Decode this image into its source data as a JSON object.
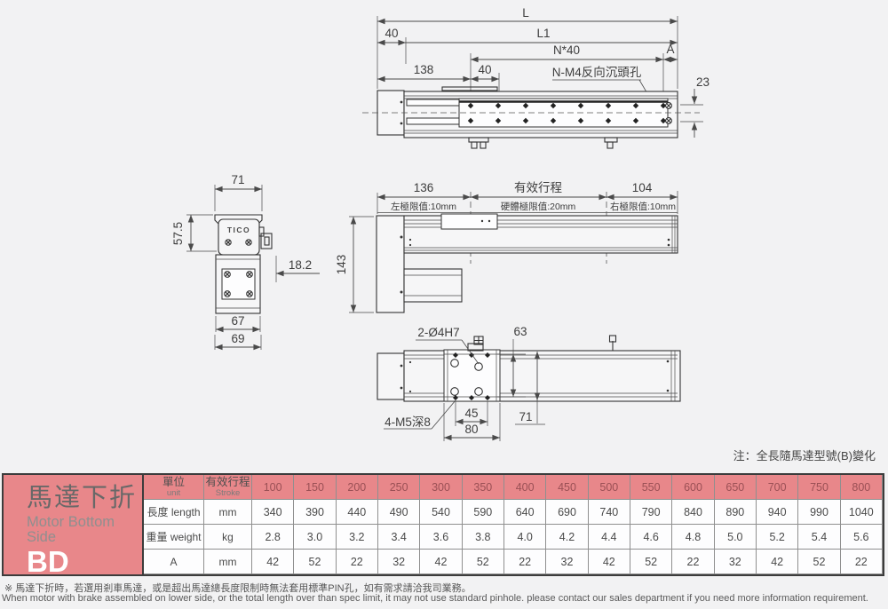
{
  "colors": {
    "page_bg": "#f2f2f3",
    "table_pink": "#E8878A",
    "stroke_header_text": "#9A5055",
    "drawing_line": "#333333"
  },
  "drawings": {
    "top_view": {
      "dim_L": "L",
      "dim_L1": "L1",
      "dim_40_left": "40",
      "dim_N40": "N*40",
      "dim_A": "A",
      "dim_138": "138",
      "dim_40_pitch": "40",
      "label_counterbore": "N-M4反向沉頭孔",
      "dim_23": "23"
    },
    "end_view": {
      "logo": "TICO",
      "dim_71": "71",
      "dim_57_5": "57.5",
      "dim_18_2": "18.2",
      "dim_67": "67",
      "dim_69": "69"
    },
    "side_view": {
      "dim_136": "136",
      "label_stroke": "有效行程",
      "dim_104": "104",
      "label_left_limit": "左極限值:10mm",
      "label_hard_limit": "硬體極限值:20mm",
      "label_right_limit": "右極限值:10mm",
      "dim_143": "143"
    },
    "bottom_view": {
      "label_pins": "2-Ø4H7",
      "dim_63": "63",
      "dim_71": "71",
      "label_m5": "4-M5深8",
      "dim_45": "45",
      "dim_80": "80"
    },
    "note": "注：全長隨馬達型號(B)變化"
  },
  "product": {
    "title_zh": "馬達下折",
    "title_en_line1": "Motor Bottom",
    "title_en_line2": "Side",
    "code": "BD"
  },
  "table": {
    "unit_zh": "單位",
    "unit_en": "unit",
    "stroke_zh": "有效行程",
    "stroke_en": "Stroke",
    "strokes": [
      "100",
      "150",
      "200",
      "250",
      "300",
      "350",
      "400",
      "450",
      "500",
      "550",
      "600",
      "650",
      "700",
      "750",
      "800"
    ],
    "rows": [
      {
        "label": "長度 length",
        "unit": "mm",
        "values": [
          "340",
          "390",
          "440",
          "490",
          "540",
          "590",
          "640",
          "690",
          "740",
          "790",
          "840",
          "890",
          "940",
          "990",
          "1040"
        ]
      },
      {
        "label": "重量 weight",
        "unit": "kg",
        "values": [
          "2.8",
          "3.0",
          "3.2",
          "3.4",
          "3.6",
          "3.8",
          "4.0",
          "4.2",
          "4.4",
          "4.6",
          "4.8",
          "5.0",
          "5.2",
          "5.4",
          "5.6"
        ]
      },
      {
        "label": "A",
        "unit": "mm",
        "values": [
          "42",
          "52",
          "22",
          "32",
          "42",
          "52",
          "22",
          "32",
          "42",
          "52",
          "22",
          "32",
          "42",
          "52",
          "22"
        ]
      }
    ]
  },
  "footer": {
    "note_zh": "※ 馬達下折時，若選用剎車馬達，或是超出馬達總長度限制時無法套用標準PIN孔，如有需求請洽我司業務。",
    "note_en": "When motor with brake assembled on lower side, or the total length over than spec limit, it may not use standard pinhole. please contact our sales department if you need more information requirement."
  }
}
